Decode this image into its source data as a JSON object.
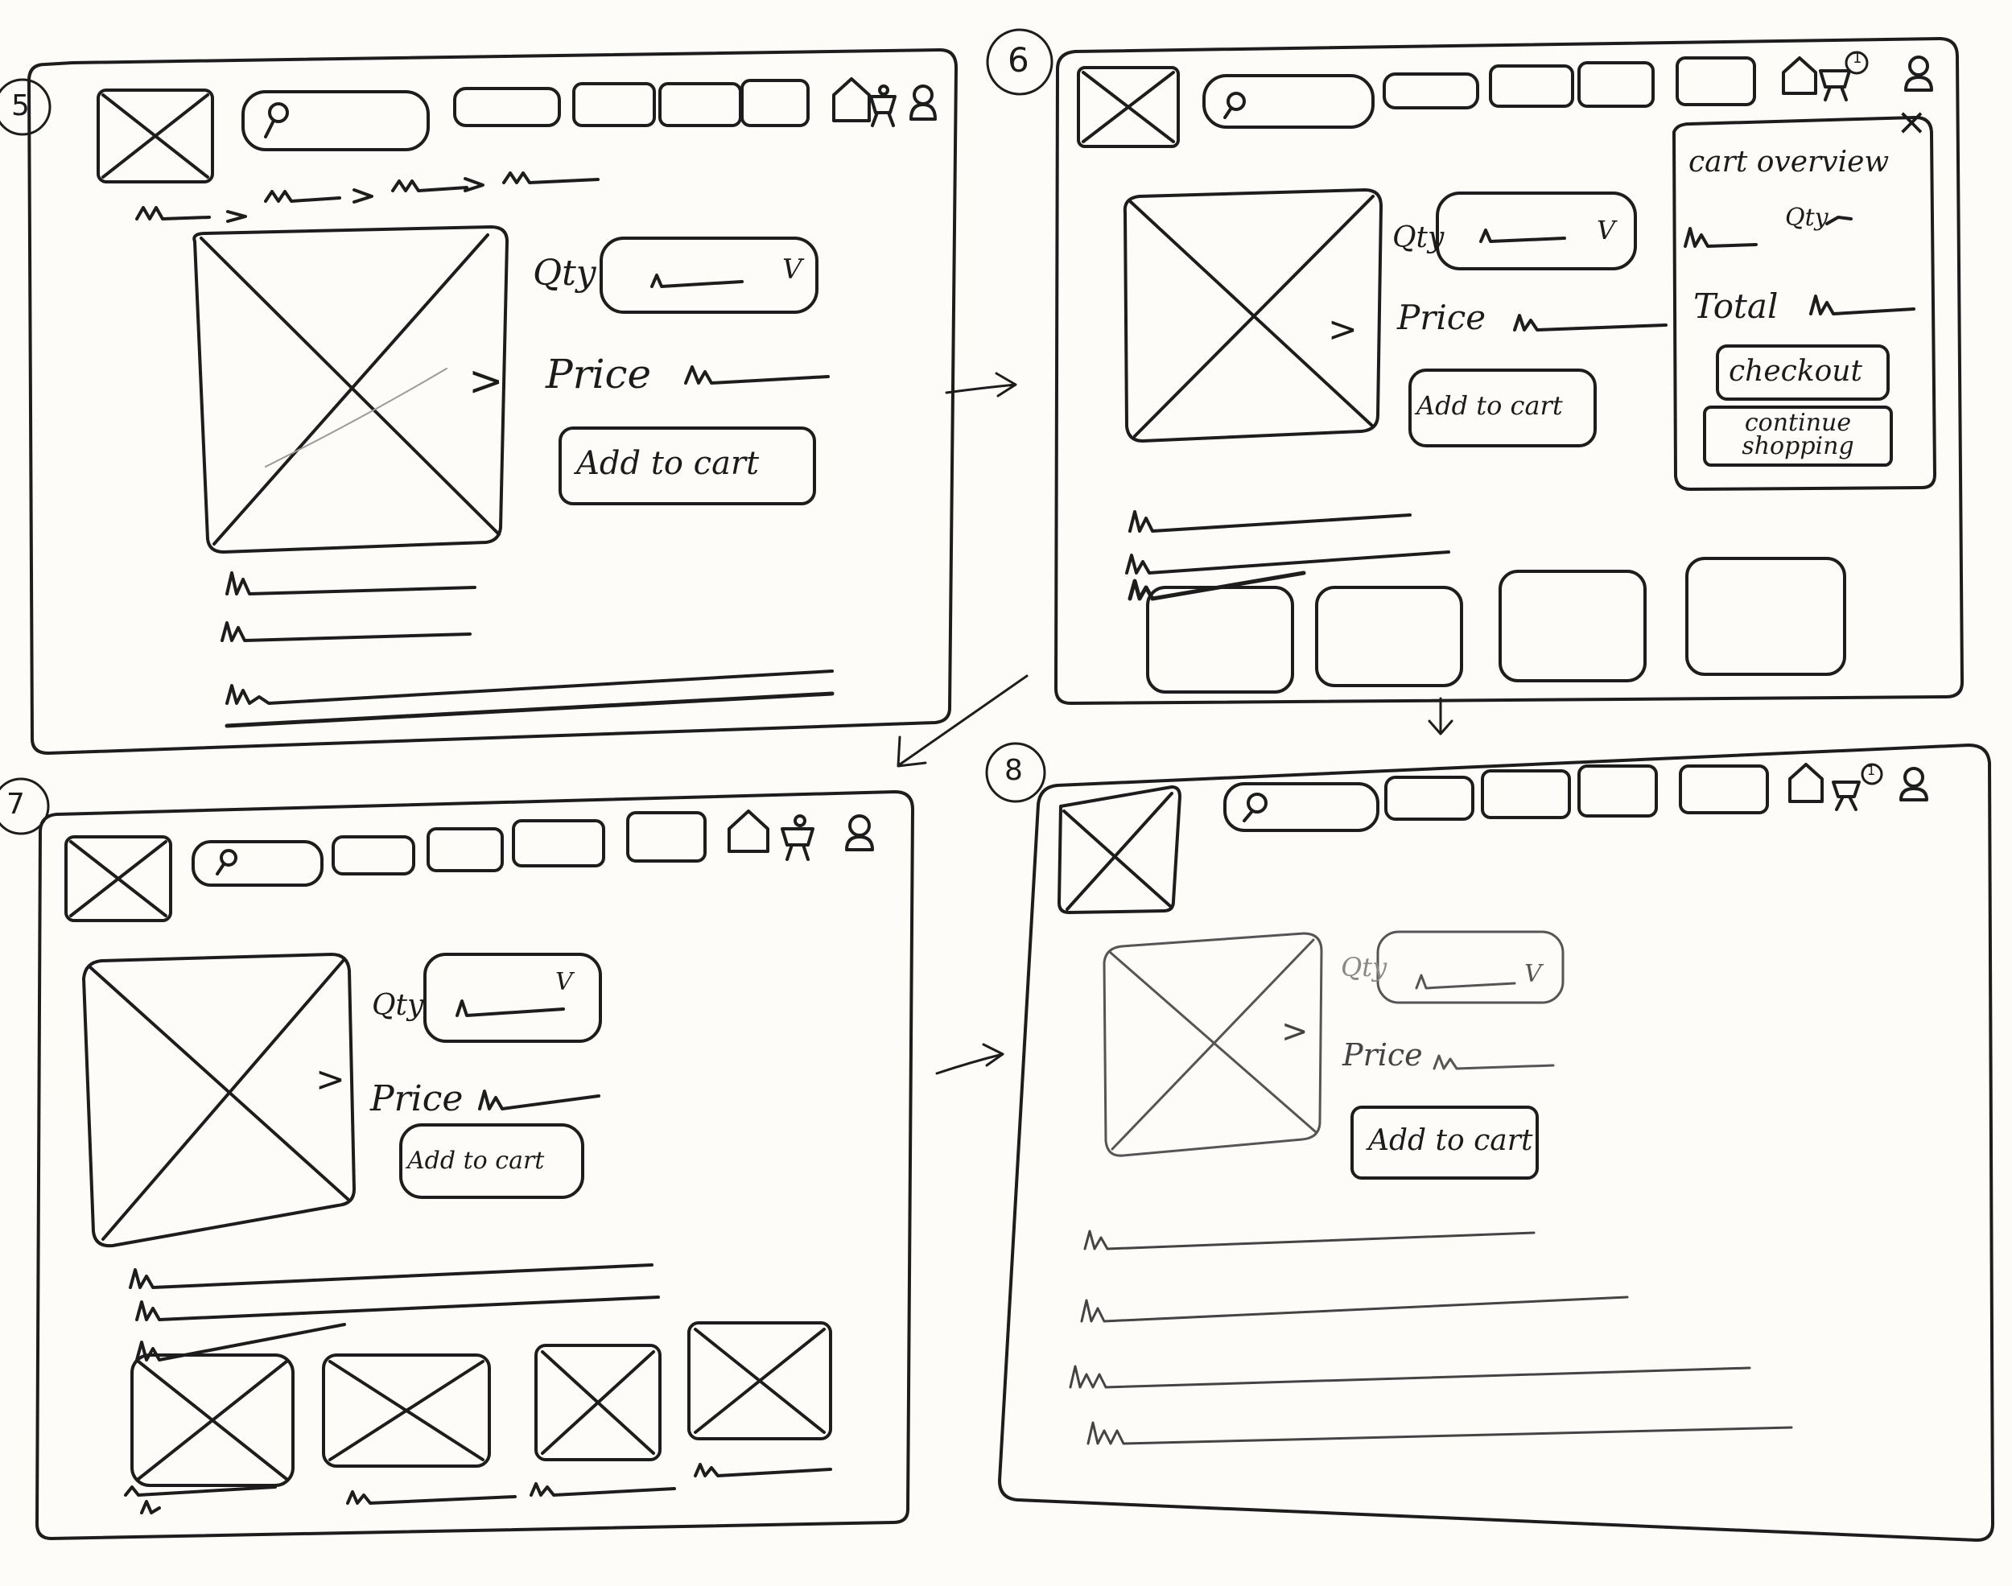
{
  "frames": [
    {
      "number": "5",
      "qty_label": "Qty",
      "qty_value": "V",
      "price_label": "Price",
      "add_to_cart_label": "Add to cart",
      "next_symbol": ">"
    },
    {
      "number": "6",
      "qty_label": "Qty",
      "qty_value": "V",
      "price_label": "Price",
      "add_to_cart_label": "Add to cart",
      "next_symbol": ">",
      "cart_overview": {
        "title": "cart overview",
        "close_symbol": "×",
        "qty_label": "Qty",
        "total_label": "Total",
        "checkout_label": "checkout",
        "continue_label": "continue shopping"
      },
      "cart_badge": "1"
    },
    {
      "number": "7",
      "qty_label": "Qty",
      "qty_value": "V",
      "price_label": "Price",
      "add_to_cart_label": "Add to cart",
      "next_symbol": ">"
    },
    {
      "number": "8",
      "qty_label": "Qty",
      "qty_value": "V",
      "price_label": "Price",
      "add_to_cart_label": "Add to cart",
      "next_symbol": ">",
      "cart_badge": "1"
    }
  ],
  "colors": {
    "ink": "#1d1d1d",
    "paper": "#fdfcf8",
    "pencil": "#666666"
  }
}
